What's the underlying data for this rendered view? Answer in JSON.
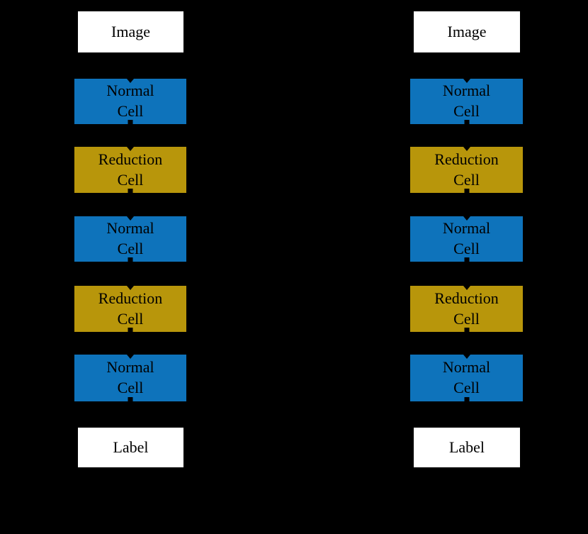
{
  "diagram": {
    "title": "stacked cell architecture diagram",
    "columns": [
      {
        "id": "left",
        "nodes": [
          {
            "kind": "io",
            "label": "Image"
          },
          {
            "kind": "normal",
            "label": "Normal\nCell"
          },
          {
            "kind": "reduction",
            "label": "Reduction\nCell"
          },
          {
            "kind": "normal",
            "label": "Normal\nCell"
          },
          {
            "kind": "reduction",
            "label": "Reduction\nCell"
          },
          {
            "kind": "normal",
            "label": "Normal\nCell"
          },
          {
            "kind": "io",
            "label": "Label"
          }
        ]
      },
      {
        "id": "right",
        "nodes": [
          {
            "kind": "io",
            "label": "Image"
          },
          {
            "kind": "normal",
            "label": "Normal\nCell"
          },
          {
            "kind": "reduction",
            "label": "Reduction\nCell"
          },
          {
            "kind": "normal",
            "label": "Normal\nCell"
          },
          {
            "kind": "reduction",
            "label": "Reduction\nCell"
          },
          {
            "kind": "normal",
            "label": "Normal\nCell"
          },
          {
            "kind": "io",
            "label": "Label"
          }
        ]
      }
    ]
  },
  "colors": {
    "background": "#000000",
    "normal_cell": "#0E73BB",
    "reduction_cell": "#B8960B",
    "io_box": "#FFFFFF",
    "box_text": "#000000",
    "arrow": "#000000"
  }
}
